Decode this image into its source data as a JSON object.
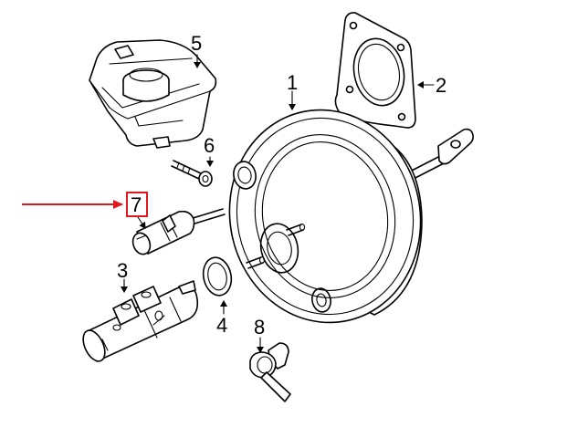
{
  "callouts": {
    "c1": "1",
    "c2": "2",
    "c3": "3",
    "c4": "4",
    "c5": "5",
    "c6": "6",
    "c7": "7",
    "c8": "8"
  },
  "colors": {
    "ink": "#000000",
    "highlight": "#e0191f",
    "background": "#ffffff"
  }
}
